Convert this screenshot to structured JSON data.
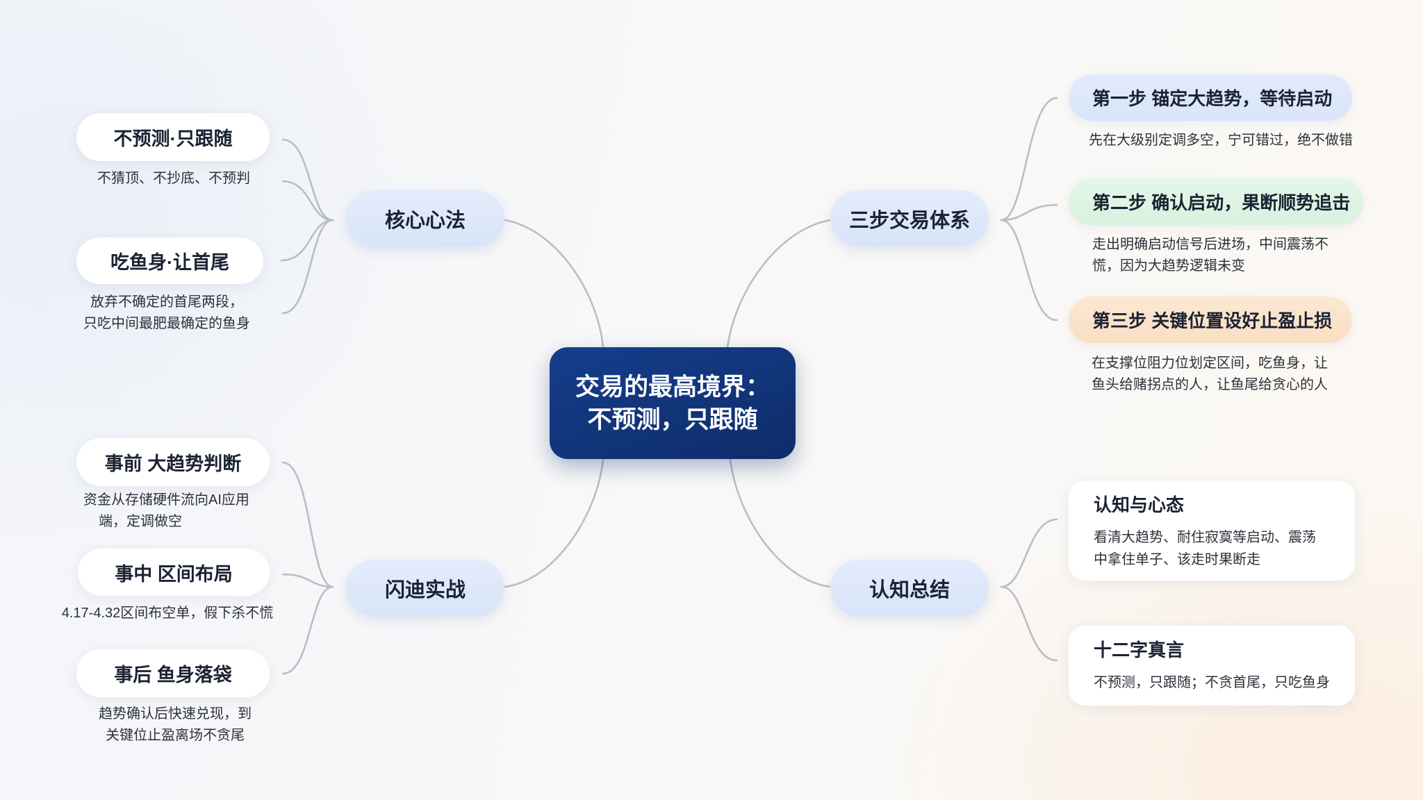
{
  "center": {
    "line1": "交易的最高境界：",
    "line2": "不预测，只跟随"
  },
  "branches": {
    "core": {
      "label": "核心心法",
      "items": [
        {
          "title": "不预测·只跟随",
          "desc": [
            "不猜顶、不抄底、不预判"
          ]
        },
        {
          "title": "吃鱼身·让首尾",
          "desc": [
            "放弃不确定的首尾两段，",
            "只吃中间最肥最确定的鱼身"
          ]
        }
      ]
    },
    "practice": {
      "label": "闪迪实战",
      "items": [
        {
          "title": "事前 大趋势判断",
          "desc": [
            "资金从存储硬件流向AI应用",
            "端，定调做空"
          ]
        },
        {
          "title": "事中 区间布局",
          "desc": [
            "4.17-4.32区间布空单，假下杀不慌"
          ]
        },
        {
          "title": "事后 鱼身落袋",
          "desc": [
            "趋势确认后快速兑现，到",
            "关键位止盈离场不贪尾"
          ]
        }
      ]
    },
    "system": {
      "label": "三步交易体系",
      "items": [
        {
          "title": "第一步 锚定大趋势，等待启动",
          "desc": [
            "先在大级别定调多空，宁可错过，绝不做错"
          ]
        },
        {
          "title": "第二步 确认启动，果断顺势追击",
          "desc": [
            "走出明确启动信号后进场，中间震荡不",
            "慌，因为大趋势逻辑未变"
          ]
        },
        {
          "title": "第三步 关键位置设好止盈止损",
          "desc": [
            "在支撑位阻力位划定区间，吃鱼身，让",
            "鱼头给赌拐点的人，让鱼尾给贪心的人"
          ]
        }
      ]
    },
    "summary": {
      "label": "认知总结",
      "items": [
        {
          "title": "认知与心态",
          "desc": [
            "看清大趋势、耐住寂寞等启动、震荡",
            "中拿住单子、该走时果断走"
          ]
        },
        {
          "title": "十二字真言",
          "desc": [
            "不预测，只跟随；不贪首尾，只吃鱼身"
          ]
        }
      ]
    }
  },
  "colors": {
    "center_node": "#0e2c6a",
    "branch_pill": "#dde7fb",
    "step1_pill": "#dde8fb",
    "step2_pill": "#dff4e4",
    "step3_pill": "#fbe3cb",
    "connector": "#b9bdc6"
  }
}
